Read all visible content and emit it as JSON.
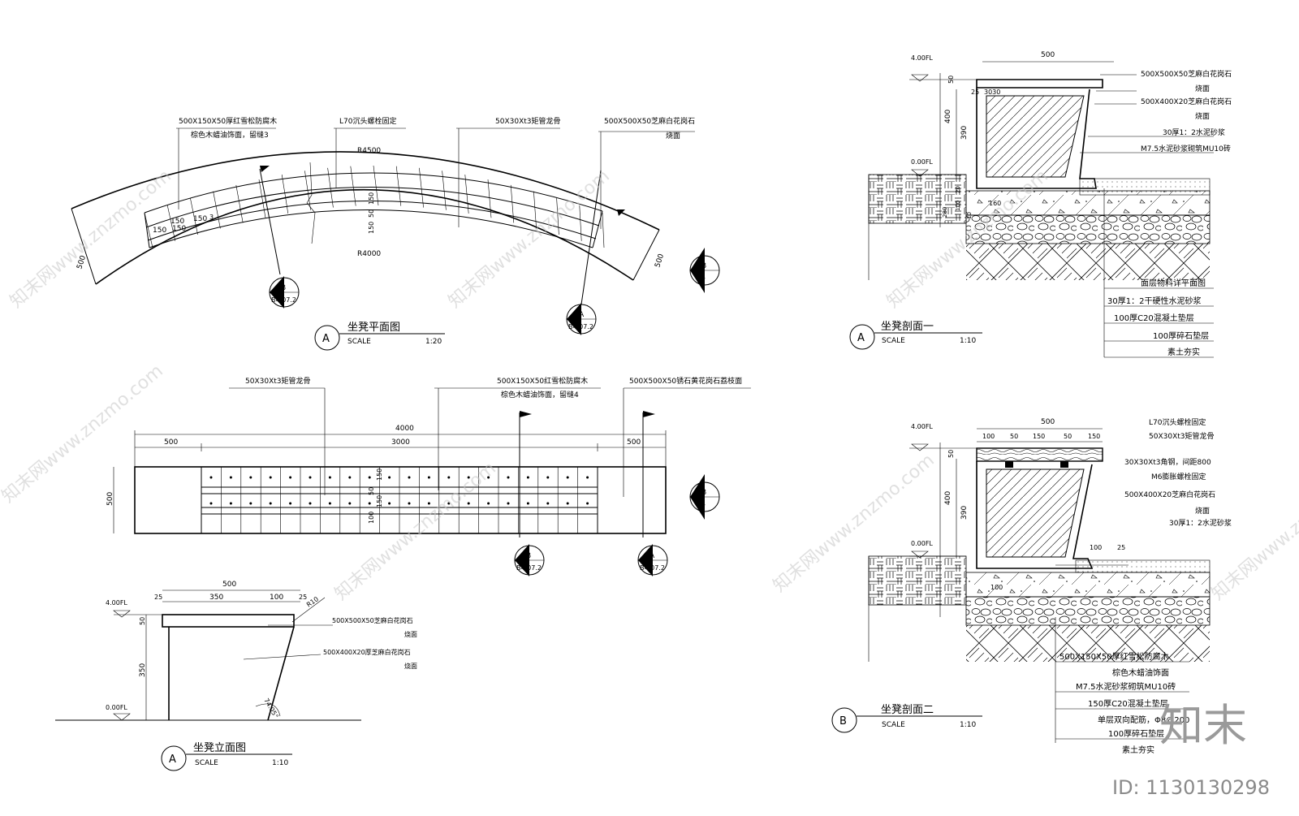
{
  "plan": {
    "title": "坐凳平面图",
    "tag": "A",
    "scale_label": "SCALE",
    "scale": "1:20",
    "notes": {
      "wood": "500X150X50厚红雪松防腐木",
      "wood_finish": "棕色木蜡油饰面，留缝3",
      "bolt": "L70沉头螺栓固定",
      "keel": "50X30Xt3矩管龙骨",
      "stone": "500X500X50芝麻白花岗石",
      "stone_finish": "烧面"
    },
    "dims": {
      "r_outer": "R4500",
      "r_inner": "R4000",
      "w_left": "500",
      "w_right": "500",
      "d150_1": "150",
      "d150_2": "150",
      "d150_3": "150",
      "d150_4": "150",
      "d3": "3",
      "v150_a": "150",
      "v50": "50",
      "v150_b": "150"
    },
    "section_b": {
      "letter": "B",
      "ref": "B4.07.2"
    },
    "section_a": {
      "letter": "A",
      "ref": "B4.07.2"
    },
    "elev_b": {
      "letter": "B",
      "ref": "-"
    }
  },
  "long_plan": {
    "notes": {
      "keel": "50X30Xt3矩管龙骨",
      "wood": "500X150X50红雪松防腐木",
      "wood_finish": "棕色木蜡油饰面，留缝4",
      "stone": "500X500X50锈石黄花岗石荔枝面"
    },
    "dims": {
      "total": "4000",
      "left": "500",
      "mid": "3000",
      "right": "500",
      "height": "500",
      "v150_a": "150",
      "v50": "50",
      "v150_b": "150",
      "v100": "100"
    },
    "elev_b": {
      "letter": "B",
      "ref": "-"
    },
    "sec_b": {
      "letter": "B",
      "ref": "B4.07.2"
    },
    "sec_a": {
      "letter": "A",
      "ref": "B4.07.2"
    }
  },
  "elevation": {
    "title": "坐凳立面图",
    "tag": "A",
    "scale_label": "SCALE",
    "scale": "1:10",
    "lvl_top": "4.00FL",
    "lvl_ground": "0.00FL",
    "dims": {
      "total": "500",
      "d25a": "25",
      "d350": "350",
      "d100": "100",
      "d25b": "25",
      "h50": "50",
      "h350": "350",
      "r10": "R10",
      "angle": "74.05°"
    },
    "notes": {
      "n1": "500X500X50芝麻白花岗石",
      "n1b": "烧面",
      "n2": "500X400X20厚芝麻白花岗石",
      "n2b": "烧面"
    }
  },
  "section1": {
    "title": "坐凳剖面一",
    "tag": "A",
    "scale_label": "SCALE",
    "scale": "1:10",
    "lvl_top": "4.00FL",
    "lvl_ground": "0.00FL",
    "dims": {
      "w500": "500",
      "h50": "50",
      "h400": "400",
      "h390": "390",
      "d25": "25",
      "d3030": "3030",
      "d160": "160",
      "d20": "20",
      "d100": "100",
      "d10": "10",
      "d280": "280"
    },
    "right_notes": [
      "500X500X50芝麻白花岗石",
      "烧面",
      "500X400X20芝麻白花岗石",
      "烧面",
      "30厚1：2水泥砂浆",
      "M7.5水泥砂浆砌筑MU10砖"
    ],
    "layers": [
      "面层物料详平面图",
      "30厚1：2干硬性水泥砂浆",
      "100厚C20混凝土垫层",
      "100厚碎石垫层",
      "素土夯实"
    ]
  },
  "section2": {
    "title": "坐凳剖面二",
    "tag": "B",
    "scale_label": "SCALE",
    "scale": "1:10",
    "lvl_top": "4.00FL",
    "lvl_ground": "0.00FL",
    "dims": {
      "w500": "500",
      "d100": "100",
      "d50a": "50",
      "d150": "150",
      "d50b": "50",
      "d150b": "150",
      "h50": "50",
      "h400": "400",
      "h390": "390",
      "d100b": "100",
      "d25": "25",
      "d100c": "100"
    },
    "right_notes": [
      "L70沉头螺栓固定",
      "50X30Xt3矩管龙骨",
      "30X30Xt3角钢，间距800",
      "M6膨胀螺栓固定",
      "500X400X20芝麻白花岗石",
      "烧面",
      "30厚1：2水泥砂浆"
    ],
    "layers": [
      "500X150X50厚红雪松防腐木",
      "棕色木蜡油饰面",
      "M7.5水泥砂浆砌筑MU10砖",
      "150厚C20混凝土垫层",
      "单层双向配筋，Φ8@200",
      "100厚碎石垫层",
      "素土夯实"
    ]
  },
  "watermark": {
    "site": "知末网www.znzmo.com",
    "logo": "知末",
    "id": "ID: 1130130298"
  }
}
